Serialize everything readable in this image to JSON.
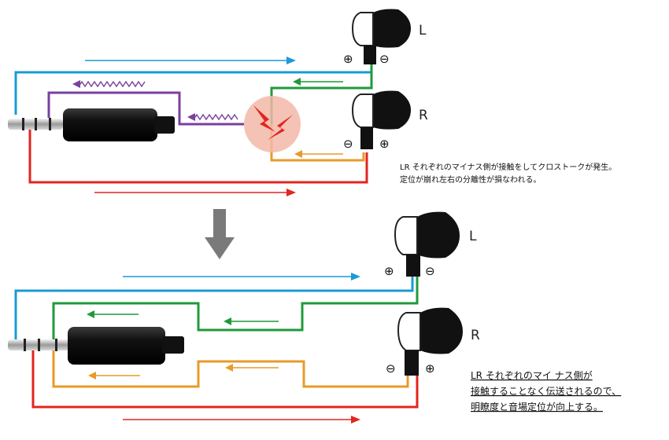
{
  "colors": {
    "blue": "#1a9ad6",
    "green": "#1f9a3a",
    "red": "#e2251f",
    "orange": "#e89a2a",
    "purple": "#7a3fa0",
    "gray": "#7a7a7a",
    "crosstalk_bg": "#f2b8a8"
  },
  "top": {
    "ear_left_label": "L",
    "ear_right_label": "R",
    "plus_symbol": "⊕",
    "minus_symbol": "⊖",
    "note_line1": "LR それぞれのマイナス側が接触をしてクロストークが発生。",
    "note_line2": "定位が崩れ左右の分離性が損なわれる。"
  },
  "bottom": {
    "ear_left_label": "L",
    "ear_right_label": "R",
    "plus_symbol": "⊕",
    "minus_symbol": "⊖",
    "note_line1": "LR それぞれのマイ ナス側が",
    "note_line2": "接触することなく伝送されるので、",
    "note_line3": "明瞭度と音場定位が向上する。"
  },
  "icons": {
    "transition_arrow": "down-arrow-icon",
    "crosstalk_spark": "lightning-icon",
    "plug": "stereo-plug-icon",
    "earphone": "earphone-icon"
  }
}
